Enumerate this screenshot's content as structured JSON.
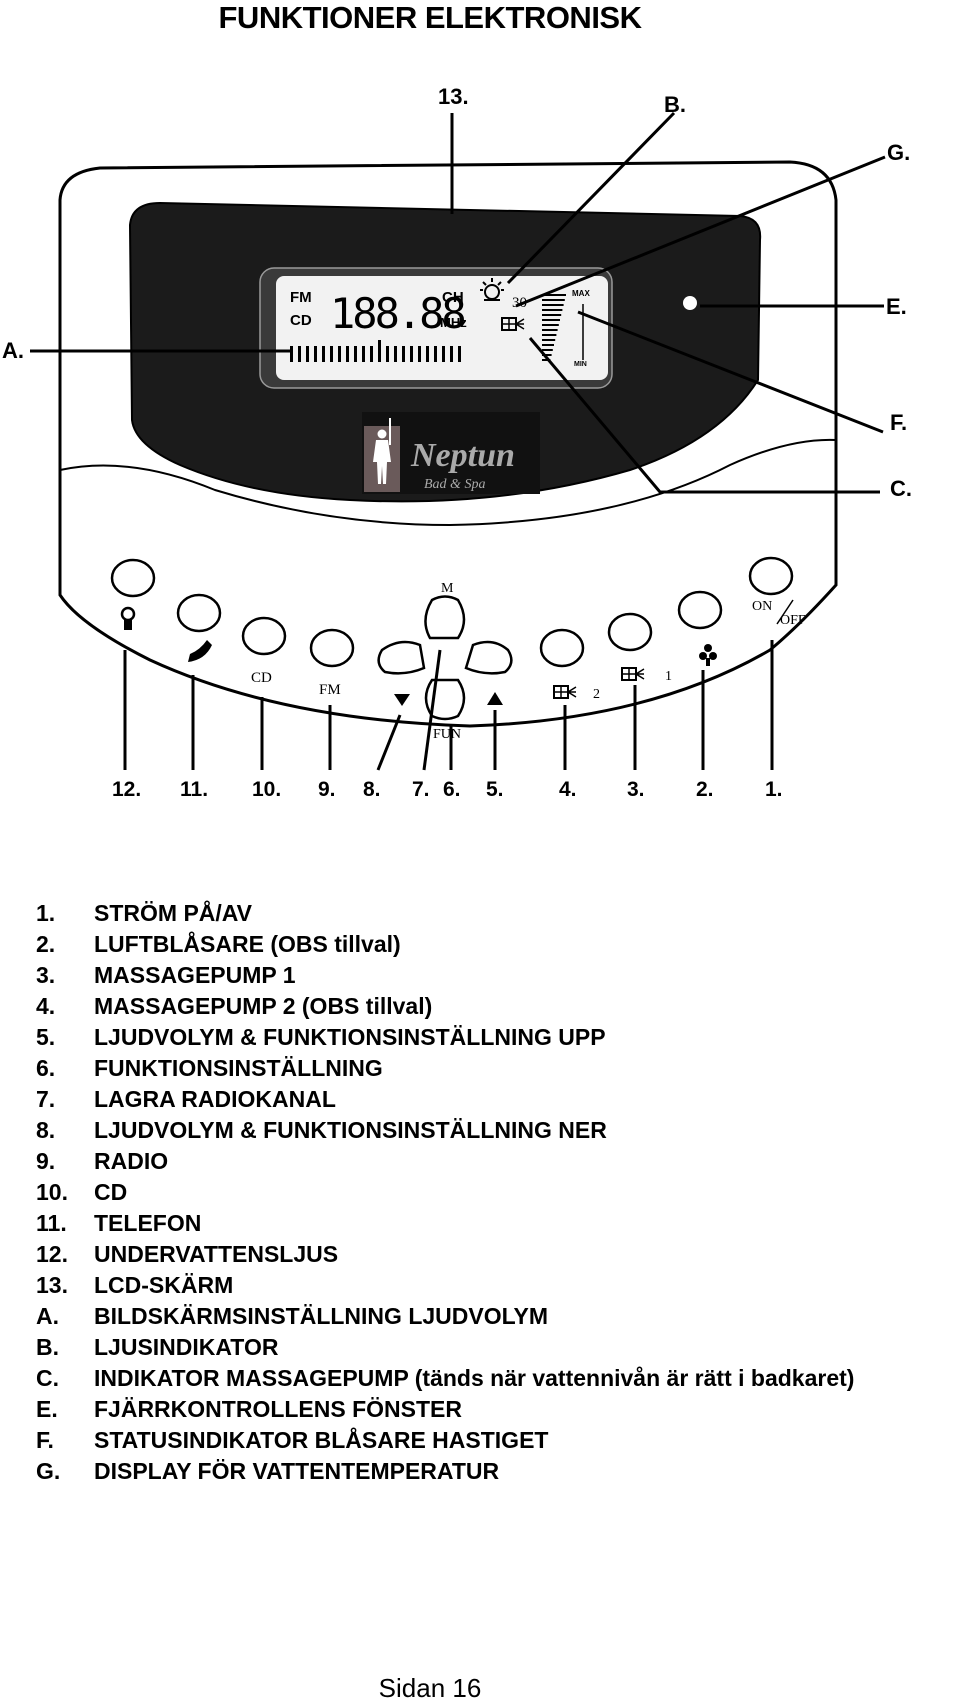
{
  "title": "FUNKTIONER ELEKTRONISK",
  "callouts": {
    "c13": "13.",
    "cB": "B.",
    "cG": "G.",
    "cA": "A.",
    "cE": "E.",
    "cF": "F.",
    "cC": "C."
  },
  "lcd": {
    "fm": "FM",
    "cd": "CD",
    "digits": "188.88",
    "ch": "CH",
    "mhz": "MHz",
    "temp": "30",
    "max": "MAX",
    "min": "MIN"
  },
  "logo": {
    "name": "Neptun",
    "sub": "Bad & Spa"
  },
  "button_labels": {
    "m": "M",
    "fun": "FUN",
    "cd": "CD",
    "fm": "FM",
    "on": "ON",
    "off": "OFF",
    "pump2": "2",
    "pump1": "1"
  },
  "button_numbers": [
    "12.",
    "11.",
    "10.",
    "9.",
    "8.",
    "7.",
    "6.",
    "5.",
    "4.",
    "3.",
    "2.",
    "1."
  ],
  "legend": [
    {
      "key": "1.",
      "text": "STRÖM PÅ/AV"
    },
    {
      "key": "2.",
      "text": "LUFTBLÅSARE (OBS tillval)"
    },
    {
      "key": "3.",
      "text": "MASSAGEPUMP 1"
    },
    {
      "key": "4.",
      "text": "MASSAGEPUMP 2 (OBS tillval)"
    },
    {
      "key": "5.",
      "text": "LJUDVOLYM & FUNKTIONSINSTÄLLNING UPP"
    },
    {
      "key": "6.",
      "text": "FUNKTIONSINSTÄLLNING"
    },
    {
      "key": "7.",
      "text": "LAGRA RADIOKANAL"
    },
    {
      "key": "8.",
      "text": "LJUDVOLYM & FUNKTIONSINSTÄLLNING NER"
    },
    {
      "key": "9.",
      "text": "RADIO"
    },
    {
      "key": "10.",
      "text": "CD"
    },
    {
      "key": "11.",
      "text": "TELEFON"
    },
    {
      "key": "12.",
      "text": "UNDERVATTENSLJUS"
    },
    {
      "key": "13.",
      "text": "LCD-SKÄRM"
    },
    {
      "key": "A.",
      "text": "BILDSKÄRMSINSTÄLLNING LJUDVOLYM"
    },
    {
      "key": "B.",
      "text": "LJUSINDIKATOR"
    },
    {
      "key": "C.",
      "text": "INDIKATOR MASSAGEPUMP (tänds när vattennivån är rätt i badkaret)"
    },
    {
      "key": "E.",
      "text": "FJÄRRKONTROLLENS FÖNSTER"
    },
    {
      "key": "F.",
      "text": "STATUSINDIKATOR BLÅSARE HASTIGET"
    },
    {
      "key": "G.",
      "text": "DISPLAY FÖR VATTENTEMPERATUR"
    }
  ],
  "footer": "Sidan 16"
}
